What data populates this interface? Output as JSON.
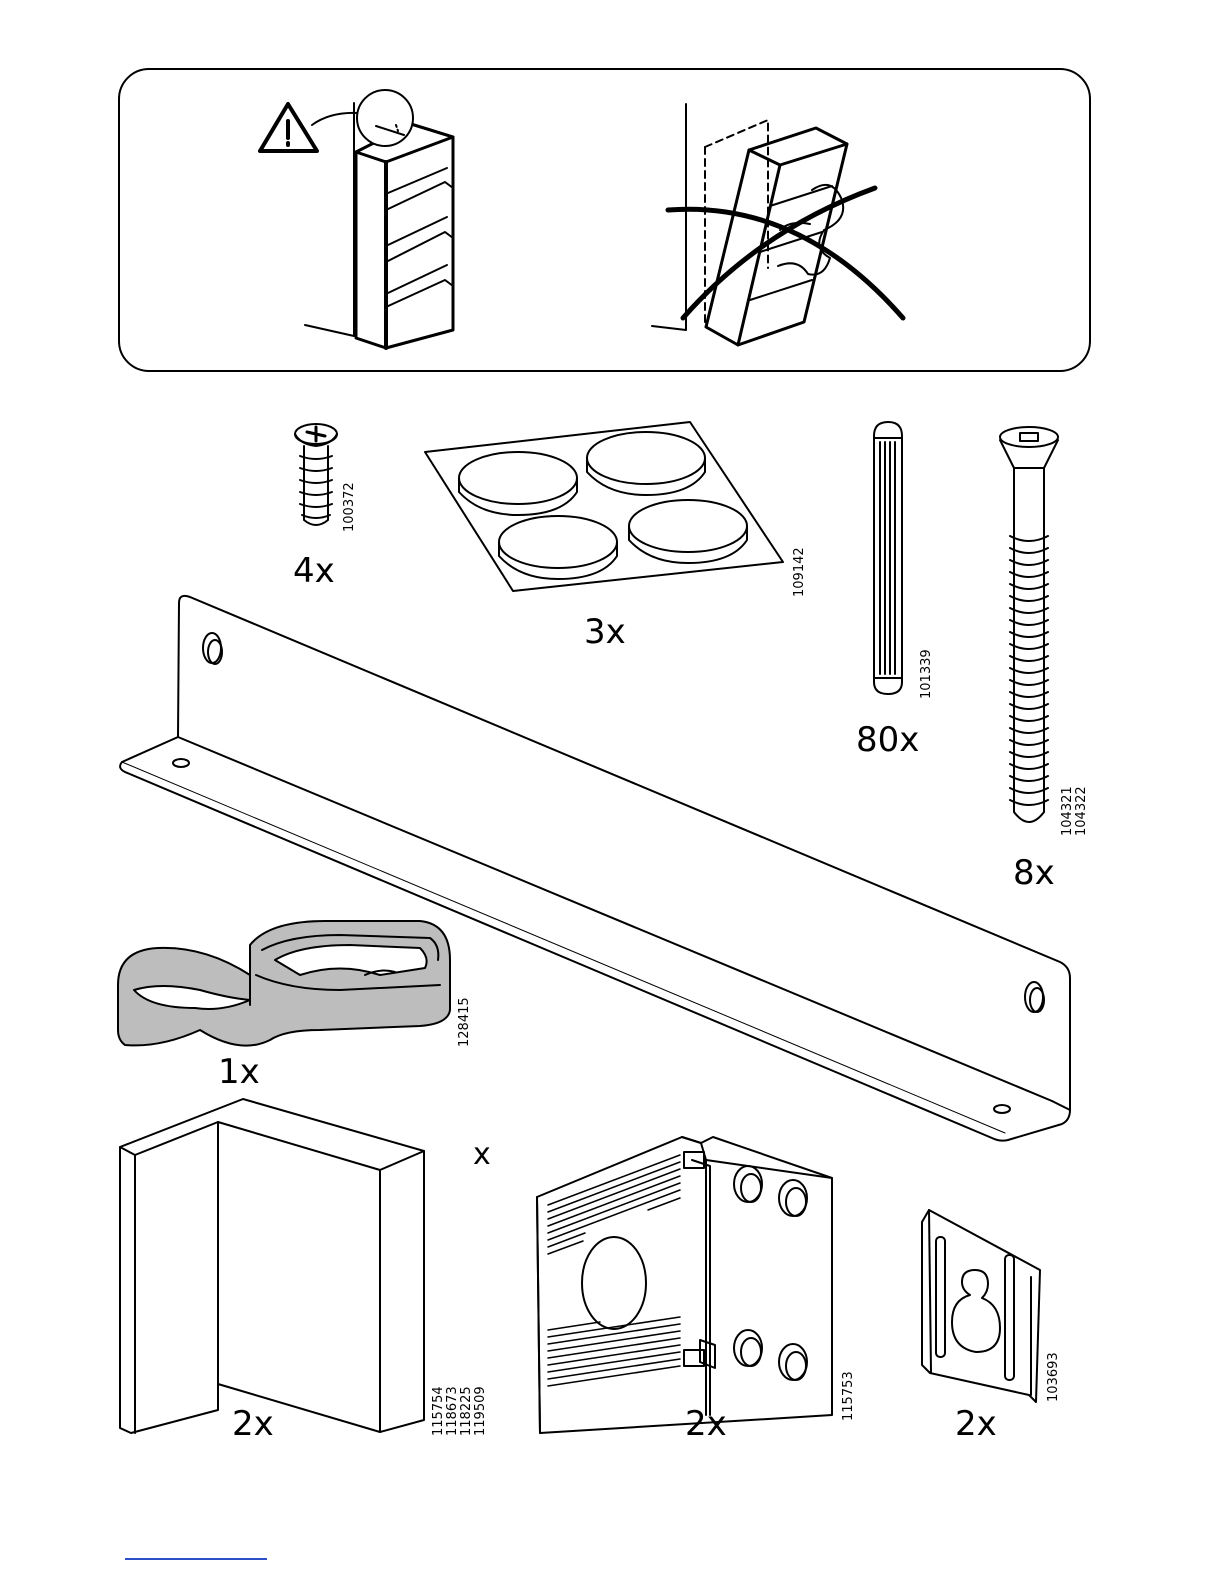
{
  "parts": [
    {
      "id": "screw-small",
      "quantity": "4x",
      "part_number": "100372"
    },
    {
      "id": "felt-pads",
      "quantity": "3x",
      "part_number": "109142"
    },
    {
      "id": "dowel",
      "quantity": "80x",
      "part_number": "101339"
    },
    {
      "id": "screw-long",
      "quantity": "8x",
      "part_number": "104321\n104322"
    },
    {
      "id": "safety-strap",
      "quantity": "1x",
      "part_number": "128415"
    },
    {
      "id": "corner-panel",
      "quantity": "2x",
      "part_number": "115754\n118673\n118225\n119509"
    },
    {
      "id": "hinge-plate",
      "quantity": "2x",
      "part_number": "115753"
    },
    {
      "id": "hanger-plate",
      "quantity": "2x",
      "part_number": "103693"
    }
  ],
  "cross_mark": "x",
  "colors": {
    "strap_fill": "#bdbdbd",
    "footer_rule": "#2a4fc9"
  },
  "icons": [
    "warning-icon",
    "prohibited-icon"
  ]
}
